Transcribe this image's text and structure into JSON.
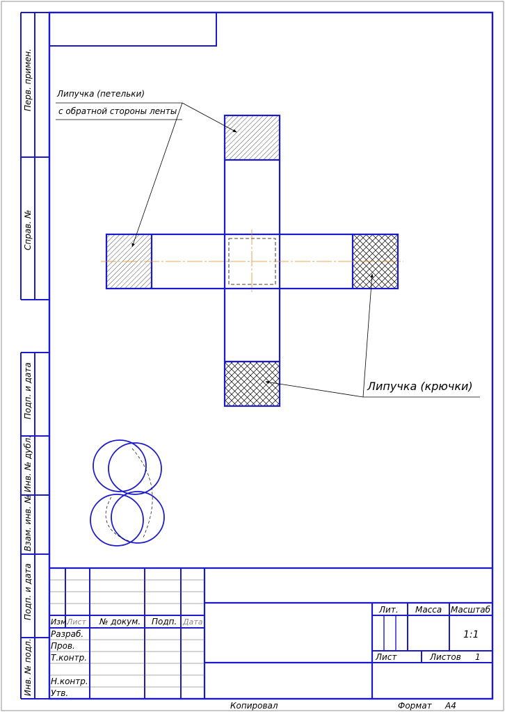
{
  "side_stamp": {
    "perv_primen": "Перв. примен.",
    "sprav_no": "Справ. №",
    "podp_data_1": "Подп. и дата",
    "inv_dubl": "Инв. № дубл.",
    "vzam_inv": "Взам. инв. №",
    "podp_data_2": "Подп. и дата",
    "inv_podl": "Инв. № подл."
  },
  "annotations": {
    "loops_line1": "Липучка (петельки)",
    "loops_line2": "с обратной стороны ленты",
    "hooks": "Липучка (крючки)"
  },
  "title_block": {
    "izm": "Изм.",
    "list_col": "Лист",
    "no_dokum": "№ докум.",
    "podp": "Подп.",
    "data": "Дата",
    "razrab": "Разраб.",
    "prov": "Пров.",
    "tkontr": "Т.контр.",
    "nkontr": "Н.контр.",
    "utv": "Утв.",
    "lit": "Лит.",
    "massa": "Масса",
    "masshtab": "Масштаб",
    "scale_value": "1:1",
    "list": "Лист",
    "listov": "Листов",
    "listov_value": "1"
  },
  "footer": {
    "kopiroval": "Копировал",
    "format": "Формат",
    "format_value": "А4"
  },
  "colors": {
    "frame": "#1a1acc",
    "centerline": "#e08a2a"
  }
}
